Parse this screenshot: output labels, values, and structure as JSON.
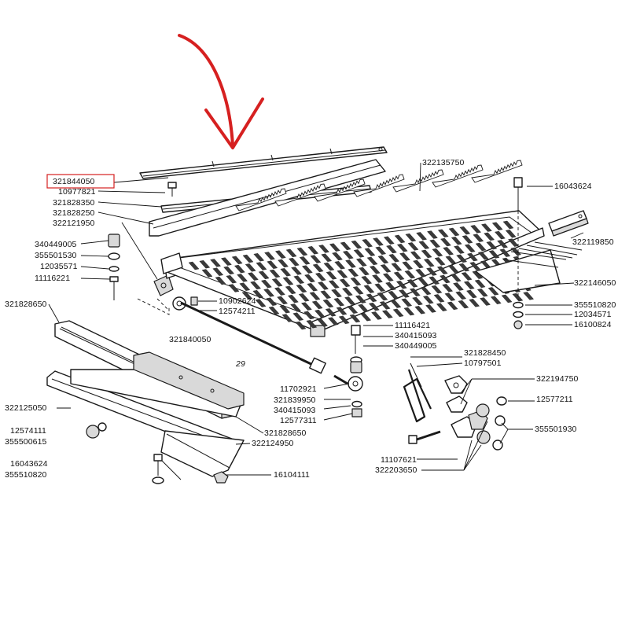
{
  "highlight": {
    "part_number": "321844050",
    "arrow_color": "#d62020",
    "box_color": "#d62020"
  },
  "labels": [
    {
      "id": "l01",
      "text": "321844050"
    },
    {
      "id": "l02",
      "text": "10977821"
    },
    {
      "id": "l03",
      "text": "321828350"
    },
    {
      "id": "l04",
      "text": "321828250"
    },
    {
      "id": "l05",
      "text": "322121950"
    },
    {
      "id": "l06",
      "text": "340449005"
    },
    {
      "id": "l07",
      "text": "355501530"
    },
    {
      "id": "l08",
      "text": "12035571"
    },
    {
      "id": "l09",
      "text": "11116221"
    },
    {
      "id": "l10",
      "text": "321828650"
    },
    {
      "id": "l11",
      "text": "322125050"
    },
    {
      "id": "l12",
      "text": "12574111"
    },
    {
      "id": "l13",
      "text": "355500615"
    },
    {
      "id": "l14",
      "text": "16043624"
    },
    {
      "id": "l15",
      "text": "355510820"
    },
    {
      "id": "l16",
      "text": "322135750"
    },
    {
      "id": "l17",
      "text": "16043624"
    },
    {
      "id": "l18",
      "text": "322119850"
    },
    {
      "id": "l19",
      "text": "322146050"
    },
    {
      "id": "l20",
      "text": "355510820"
    },
    {
      "id": "l21",
      "text": "12034571"
    },
    {
      "id": "l22",
      "text": "16100824"
    },
    {
      "id": "l23",
      "text": "10902624"
    },
    {
      "id": "l24",
      "text": "12574211"
    },
    {
      "id": "l25",
      "text": "321840050"
    },
    {
      "id": "l26",
      "text": "29"
    },
    {
      "id": "l27",
      "text": "11116421"
    },
    {
      "id": "l28",
      "text": "340415093"
    },
    {
      "id": "l29",
      "text": "340449005"
    },
    {
      "id": "l30",
      "text": "11702921"
    },
    {
      "id": "l31",
      "text": "321839950"
    },
    {
      "id": "l32",
      "text": "340415093"
    },
    {
      "id": "l33",
      "text": "12577311"
    },
    {
      "id": "l34",
      "text": "321828650"
    },
    {
      "id": "l35",
      "text": "322124950"
    },
    {
      "id": "l36",
      "text": "16104111"
    },
    {
      "id": "l37",
      "text": "321828450"
    },
    {
      "id": "l38",
      "text": "10797501"
    },
    {
      "id": "l39",
      "text": "322194750"
    },
    {
      "id": "l40",
      "text": "12577211"
    },
    {
      "id": "l41",
      "text": "355501930"
    },
    {
      "id": "l42",
      "text": "11107621"
    },
    {
      "id": "l43",
      "text": "322203650"
    }
  ]
}
